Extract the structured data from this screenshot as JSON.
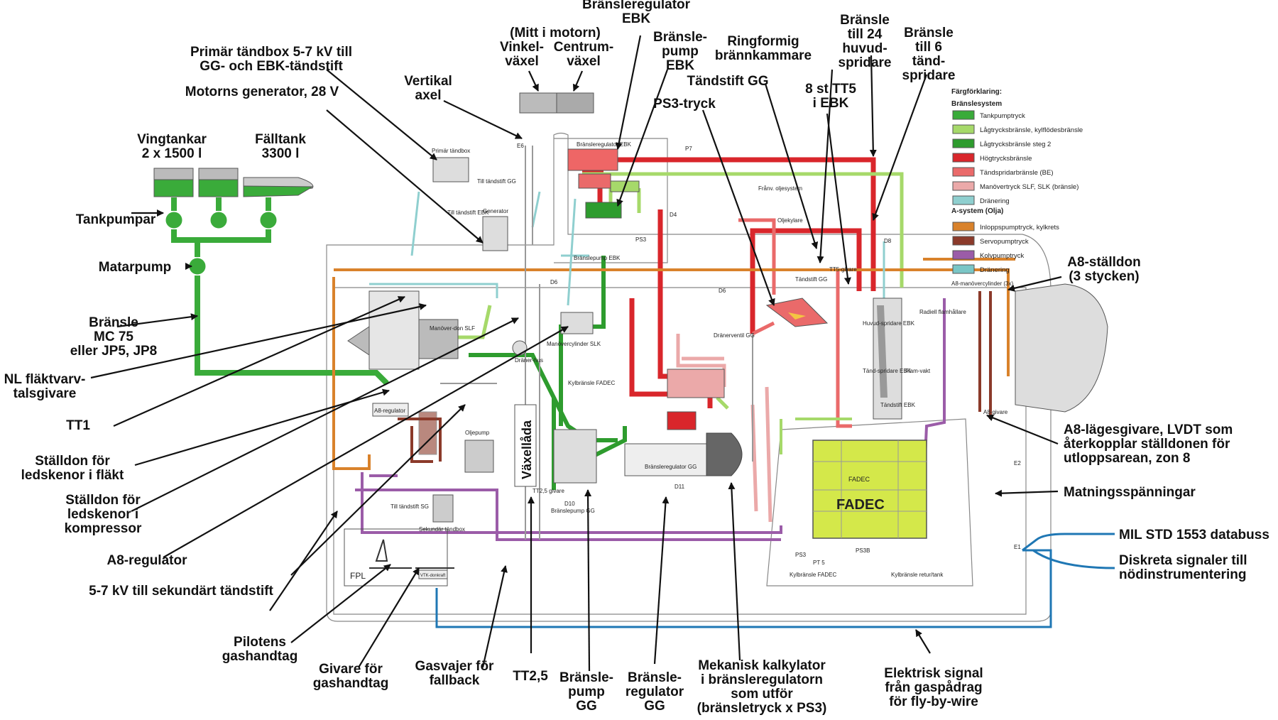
{
  "colors": {
    "tank": "#3aab3a",
    "lowpressure": "#a6d96a",
    "lowpressure2": "#2e9c2e",
    "highpressure": "#d9262b",
    "igniter": "#ea6a6a",
    "manoeuvre": "#eba9a9",
    "drain": "#8fcfcf",
    "oil_inlet": "#d9822b",
    "servo": "#8b3a2a",
    "piston": "#9b5ca8",
    "oil_drain": "#7ac6c6",
    "signal": "#1f77b4",
    "fadec": "#d4e84a"
  },
  "callouts": {
    "fuel_reg_ebk": [
      "Bränsleregulator",
      "EBK"
    ],
    "mid_engine": "(Mitt i motorn)",
    "angle_gear": [
      "Vinkel-",
      "växel"
    ],
    "center_gear": [
      "Centrum-",
      "växel"
    ],
    "fuel_pump_ebk": [
      "Bränsle-",
      "pump",
      "EBK"
    ],
    "primary_box": [
      "Primär tändbox 5-7 kV till",
      "GG- och EBK-tändstift"
    ],
    "generator": "Motorns generator, 28 V",
    "vertical_shaft": [
      "Vertikal",
      "axel"
    ],
    "wing_tanks": [
      "Vingtankar",
      "2 x 1500 l"
    ],
    "drop_tank": [
      "Fälltank",
      "3300 l"
    ],
    "tank_pumps": "Tankpumpar",
    "feed_pump": "Matarpump",
    "fuel_type": [
      "Bränsle",
      "MC 75",
      "eller JP5, JP8"
    ],
    "nl_sensor": [
      "NL fläktvarv-",
      "talsgivare"
    ],
    "tt1": "TT1",
    "fan_vane_actuator": [
      "Ställdon för",
      "ledskenor i fläkt"
    ],
    "comp_vane_actuator": [
      "Ställdon för",
      "ledskenor i",
      "kompressor"
    ],
    "a8_regulator": "A8-regulator",
    "secondary_igniter": "5-7 kV till sekundärt tändstift",
    "pilot_throttle": [
      "Pilotens",
      "gashandtag"
    ],
    "throttle_sensor": [
      "Givare för",
      "gashandtag"
    ],
    "fallback_cable": [
      "Gasvajer för",
      "fallback"
    ],
    "tt25": "TT2,5",
    "fuel_pump_gg": [
      "Bränsle-",
      "pump",
      "GG"
    ],
    "fuel_reg_gg": [
      "Bränsle-",
      "regulator",
      "GG"
    ],
    "mech_calc": [
      "Mekanisk kalkylator",
      "i bränsleregulatorn",
      "som utför",
      "(bränsletryck x PS3)"
    ],
    "electric_signal": [
      "Elektrisk signal",
      "från gaspådrag",
      "för fly-by-wire"
    ],
    "ring_chamber": [
      "Ringformig",
      "brännkammare"
    ],
    "spark_gg": "Tändstift GG",
    "ps3": "PS3-tryck",
    "tt5": [
      "8 st TT5",
      "i EBK"
    ],
    "main_injectors": [
      "Bränsle",
      "till 24",
      "huvud-",
      "spridare"
    ],
    "ign_injectors": [
      "Bränsle",
      "till 6",
      "tänd-",
      "spridare"
    ],
    "a8_actuators": [
      "A8-ställdon",
      "(3 stycken)"
    ],
    "a8_position": [
      "A8-lägesgivare, LVDT som",
      "återkopplar ställdonen för",
      "utloppsarean, zon 8"
    ],
    "supply_voltage": "Matningsspänningar",
    "milstd": "MIL STD 1553 databuss",
    "discrete": [
      "Diskreta signaler till",
      "nödinstrumentering"
    ]
  },
  "legend": {
    "title": "Färgförklaring:",
    "fuel_header": "Bränslesystem",
    "fuel_items": [
      {
        "label": "Tankpumptryck",
        "color": "#3aab3a"
      },
      {
        "label": "Lågtrycksbränsle, kylflödesbränsle",
        "color": "#a6d96a"
      },
      {
        "label": "Lågtrycksbränsle steg 2",
        "color": "#2e9c2e"
      },
      {
        "label": "Högtrycksbränsle",
        "color": "#d9262b"
      },
      {
        "label": "Tändspridarbränsle (BE)",
        "color": "#ea6a6a"
      },
      {
        "label": "Manövertryck SLF, SLK (bränsle)",
        "color": "#eba9a9"
      },
      {
        "label": "Dränering",
        "color": "#8fcfcf"
      }
    ],
    "oil_header": "A-system (Olja)",
    "oil_items": [
      {
        "label": "Inloppspumptryck, kylkrets",
        "color": "#d9822b"
      },
      {
        "label": "Servopumptryck",
        "color": "#8b3a2a"
      },
      {
        "label": "Kolvpumptryck",
        "color": "#9b5ca8"
      },
      {
        "label": "Dränering",
        "color": "#7ac6c6"
      }
    ]
  },
  "inner": {
    "primar_tandbox": "Primär tändbox",
    "tandstift_gg": "Till tändstift GG",
    "tandstift_ebk": "Till tändstift EBK",
    "generator": "Generator",
    "e6": "E6",
    "bransleregulator_ebk": "Bränsleregulator EBK",
    "p7": "P7",
    "bransle_pump_ebk": "Bränslepump EBK",
    "ps3": "PS3",
    "d4": "D4",
    "franv_oljesystem": "Frånv. oljesystem",
    "oljekylare": "Oljekylare",
    "d8": "D8",
    "d6a": "D6",
    "d6b": "D6",
    "tandstift_gg_small": "Tändstift GG",
    "tt5_givare": "TT5-givare",
    "a8_manovercylinder": "A8-manövercylinder (3x)",
    "radiell": "Radiell flamhållare",
    "huvudspridare": "Huvud-spridare EBK",
    "tandspridare": "Tänd-spridare EBK",
    "flamvakt": "Flam-vakt",
    "tandstift_ebk2": "Tändstift EBK",
    "a8_givare": "A8-givare",
    "dranventil": "Dränerventil GG",
    "manoverdon": "Manöver-don SLF",
    "dranerhus": "Dräner-hus",
    "manovercyl_slk": "Manövercylinder SLK",
    "kylbransle_fadec": "Kylbränsle FADEC",
    "a8_regulator": "A8-regulator",
    "oljepump": "Oljepump",
    "vaxellada": "Växellåda",
    "bransleregulator_gg": "Bränsleregulator GG",
    "d11": "D11",
    "d10": "D10",
    "tt25_givare": "TT2,5 givare",
    "bransle_pump_gg": "Bränslepump GG",
    "tandstift_sg": "Till tändstift SG",
    "sekundar_tandbox": "Sekundär tändbox",
    "fpl": "FPL",
    "vtk": "VTK-donkraft",
    "fadec_small": "FADEC",
    "fadec_big": "FADEC",
    "e2": "E2",
    "e1": "E1",
    "ps3b": "PS3",
    "ps3c": "PS3B",
    "pt5": "PT 5",
    "kylbransle_fadec2": "Kylbränsle FADEC",
    "kylbransle_retur": "Kylbränsle retur/tank"
  }
}
